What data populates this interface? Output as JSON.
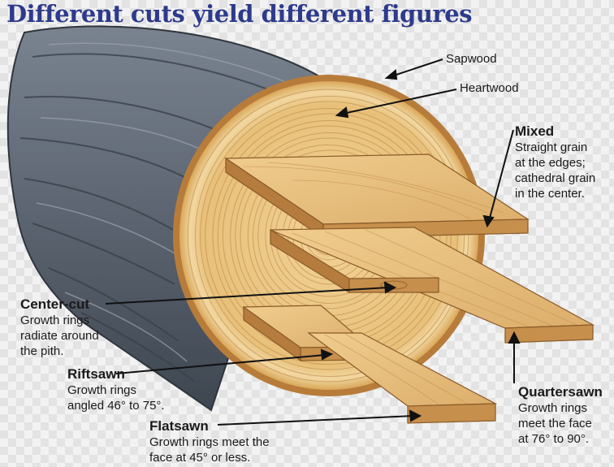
{
  "title": "Different cuts yield different figures",
  "labels": {
    "sapwood": "Sapwood",
    "heartwood": "Heartwood",
    "mixed": {
      "heading": "Mixed",
      "lines": [
        "Straight grain",
        "at the edges;",
        "cathedral grain",
        "in the center."
      ]
    },
    "center_cut": {
      "heading": "Center-cut",
      "lines": [
        "Growth rings",
        "radiate around",
        "the pith."
      ]
    },
    "riftsawn": {
      "heading": "Riftsawn",
      "lines": [
        "Growth rings",
        "angled 46° to 75°."
      ]
    },
    "flatsawn": {
      "heading": "Flatsawn",
      "lines": [
        "Growth rings meet the",
        "face at 45° or less."
      ]
    },
    "quartersawn": {
      "heading": "Quartersawn",
      "lines": [
        "Growth rings",
        "meet the face",
        "at 76° to 90°."
      ]
    }
  },
  "colors": {
    "title": "#2e3a8c",
    "bark": "#5b6470",
    "sapwood_rim": "#d9a85a",
    "heartwood": "#e8c07a",
    "ring": "#b98a45",
    "board_face": "#e6bb78",
    "board_edge": "#c68f4c"
  }
}
